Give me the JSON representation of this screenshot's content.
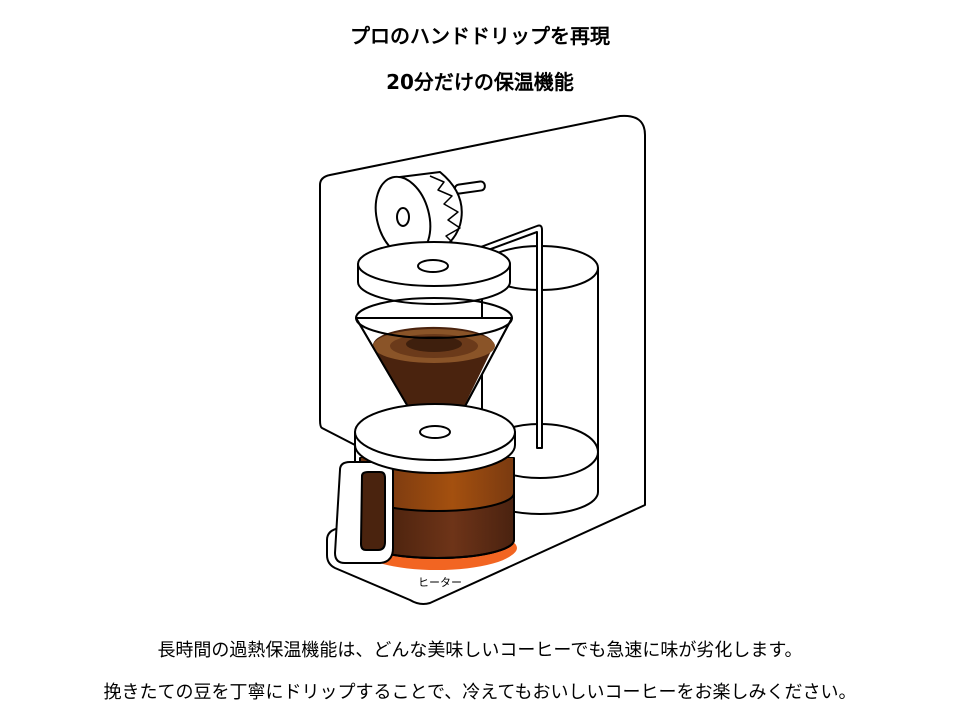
{
  "heading": {
    "line1": "プロのハンドドリップを再現",
    "line2": "20分だけの保温機能"
  },
  "illustration": {
    "heater_label": "ヒーター",
    "colors": {
      "heater": "#f26522",
      "coffee_light": "#9a4e16",
      "coffee_dark": "#5a2a12",
      "grounds_ring": "#8a5428",
      "grounds_center": "#3e1f0d",
      "outline": "#000000"
    }
  },
  "description": {
    "line1": "長時間の過熱保温機能は、どんな美味しいコーヒーでも急速に味が劣化します。",
    "line2": "挽きたての豆を丁寧にドリップすることで、冷えてもおいしいコーヒーをお楽しみください。"
  }
}
